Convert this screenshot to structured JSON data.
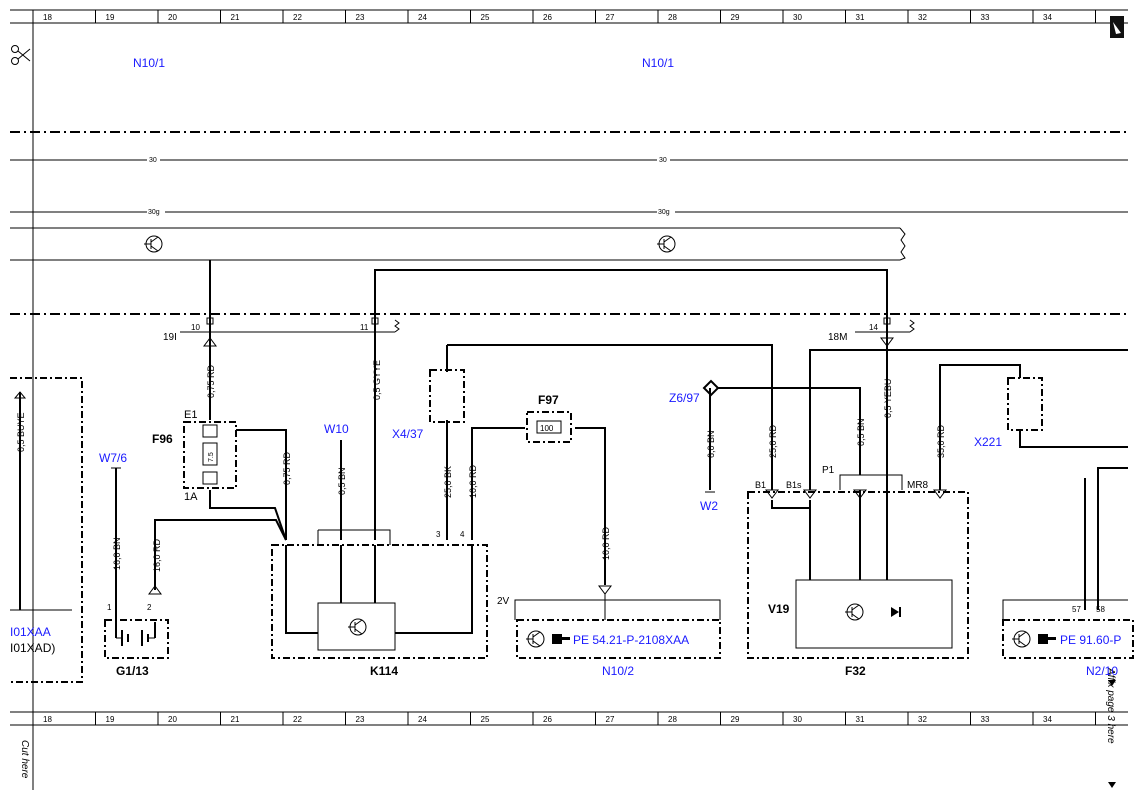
{
  "ruler": {
    "columns": [
      "18",
      "19",
      "20",
      "21",
      "22",
      "23",
      "24",
      "25",
      "26",
      "27",
      "28",
      "29",
      "30",
      "31",
      "32",
      "33",
      "34"
    ]
  },
  "side": {
    "cut_here": "Cut here",
    "affix_here": "Affix page 3 here"
  },
  "components": {
    "n10_1_left": "N10/1",
    "n10_1_right": "N10/1",
    "f96": "F96",
    "f96_e1": "E1",
    "f96_1a": "1A",
    "f96_value": "7.5",
    "f97": "F97",
    "f97_value": "100",
    "w7_6": "W7/6",
    "w10": "W10",
    "x4_37": "X4/37",
    "z6_97": "Z6/97",
    "w2": "W2",
    "x221": "X221",
    "g1_13": "G1/13",
    "k114": "K114",
    "n10_2": "N10/2",
    "v19": "V19",
    "f32": "F32",
    "n2_10": "N2/10",
    "ref_pe_54": "PE 54.21-P-2108XAA",
    "ref_pe_91": "PE 91.60-P",
    "ref_left_1": "I01XAA",
    "ref_left_2": "I01XAD)"
  },
  "bus_labels": {
    "b30_left": "30",
    "b30_right": "30",
    "b30g_left": "30g",
    "b30g_right": "30g"
  },
  "connectors": {
    "c19i": "19I",
    "c18m": "18M",
    "c2v": "2V",
    "pin_10": "10",
    "pin_11": "11",
    "pin_14": "14",
    "pin_3": "3",
    "pin_4": "4",
    "pin_1": "1",
    "pin_2": "2",
    "pin_57": "57",
    "pin_58": "58",
    "b1": "B1",
    "b1s": "B1s",
    "p1": "P1",
    "mr8": "MR8"
  },
  "wires": {
    "w_05_buye": "0,5 BUYE",
    "w_075_rd_a": "0,75 RD",
    "w_075_rd_b": "0,75 RD",
    "w_05_gyye": "0,5 GYYE",
    "w_05_bn_a": "0,5 BN",
    "w_16_bn": "16,0 BN",
    "w_16_rd": "16,0 RD",
    "w_25_bk": "25,0 BK",
    "w_10_rd_a": "10,0 RD",
    "w_10_rd_b": "10,0 RD",
    "w_6_bn": "6,0 BN",
    "w_25_rd": "25,0 RD",
    "w_05_bn_b": "0,5 BN",
    "w_05_yebu": "0,5 YEBU",
    "w_35_rd": "35,0 RD"
  },
  "colors": {
    "component_label": "#1a1aff",
    "line": "#000000"
  }
}
